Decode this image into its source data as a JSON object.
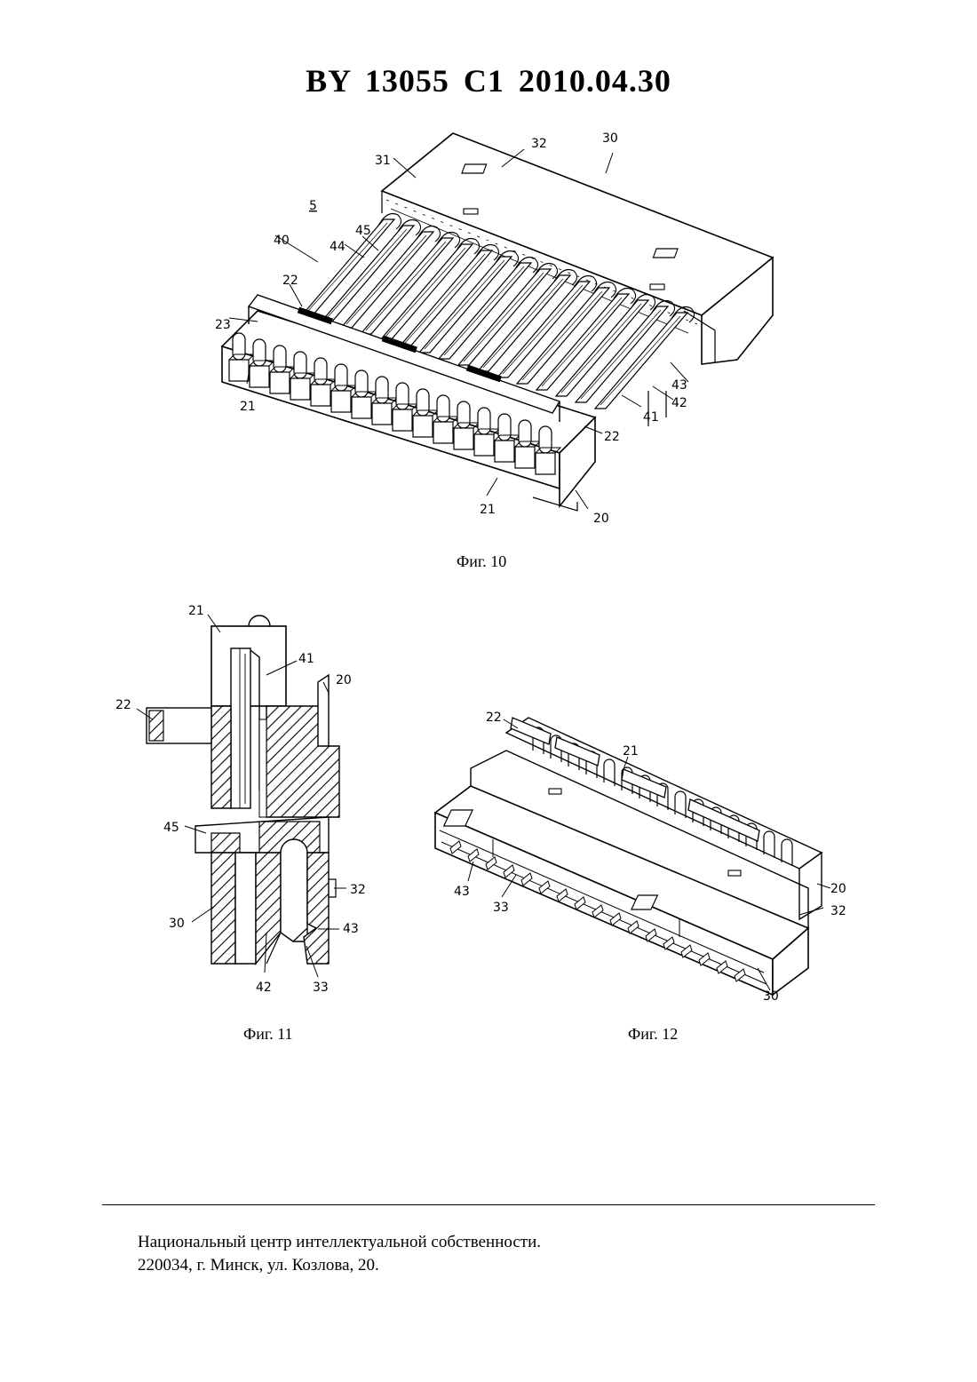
{
  "header": {
    "title": "BY 13055 C1 2010.04.30"
  },
  "figures": [
    {
      "caption": "Фиг. 10",
      "labels": [
        "30",
        "32",
        "31",
        "5",
        "40",
        "45",
        "44",
        "22",
        "23",
        "21",
        "43",
        "42",
        "41",
        "22",
        "21",
        "20"
      ]
    },
    {
      "caption": "Фиг. 11",
      "labels": [
        "21",
        "41",
        "20",
        "22",
        "45",
        "32",
        "30",
        "43",
        "42",
        "33"
      ]
    },
    {
      "caption": "Фиг. 12",
      "labels": [
        "22",
        "21",
        "43",
        "33",
        "20",
        "32",
        "30"
      ]
    }
  ],
  "footer": {
    "line1": "Национальный центр интеллектуальной собственности.",
    "line2": "220034, г. Минск, ул. Козлова, 20."
  }
}
